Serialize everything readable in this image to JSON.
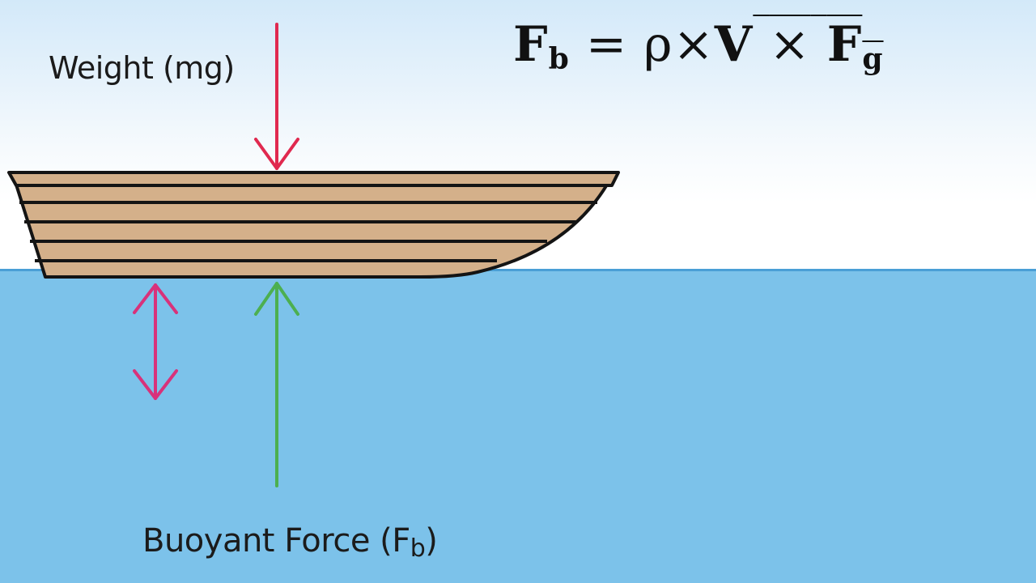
{
  "weight_label": "Weight (mg)",
  "buoyant_label": {
    "text": "Buoyant Force (F",
    "sub": "b",
    "close": ")"
  },
  "formula": {
    "lhs": "F",
    "lhs_sub": "b",
    "equals": "=",
    "rho": "ρ",
    "times1": "×",
    "volume": "V",
    "times2": "×",
    "force": "F",
    "force_sub": "g"
  },
  "colors": {
    "weight_arrow": "#e0294f",
    "buoyant_arrow": "#4caf50",
    "draft_arrow": "#d8327a",
    "hull": "#d4b08a",
    "water": "#7cc2ea"
  }
}
